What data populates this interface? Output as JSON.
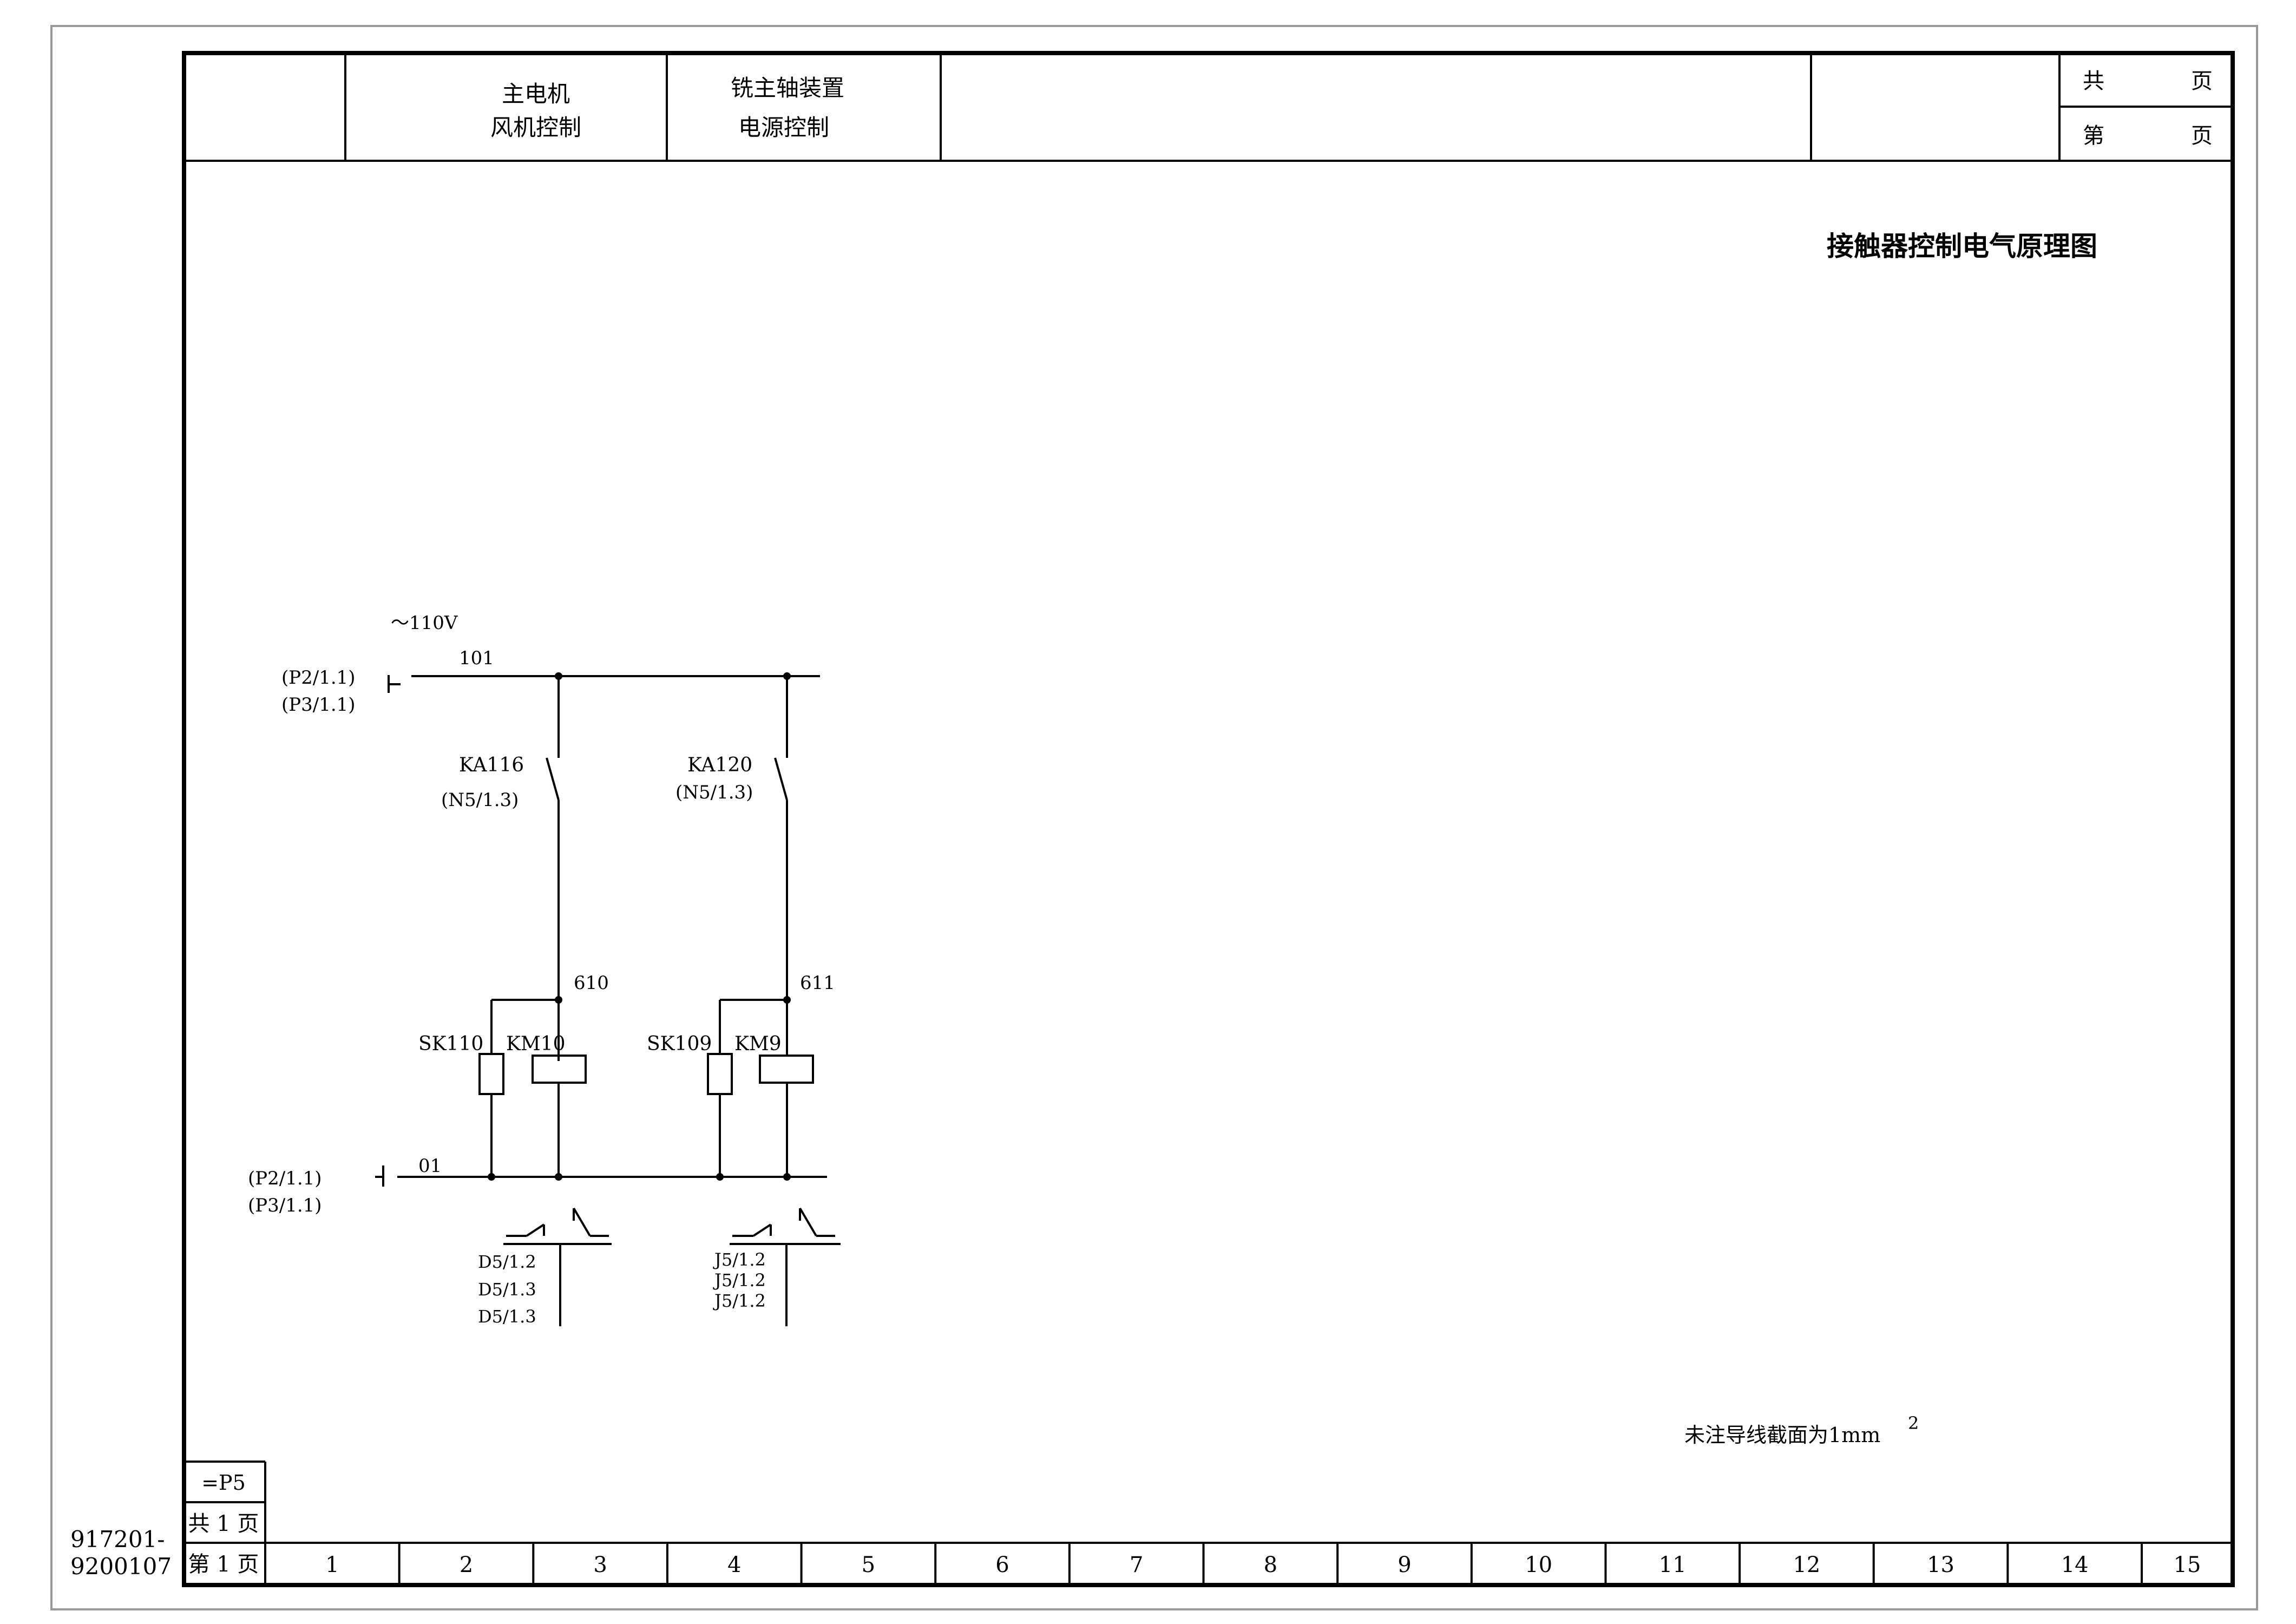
{
  "header": {
    "cell_1_line1": "主电机",
    "cell_1_line2": "风机控制",
    "cell_2_line1": "铣主轴装置",
    "cell_2_line2": "电源控制",
    "total_pages_label": "共",
    "total_pages_unit": "页",
    "page_label": "第",
    "page_unit": "页"
  },
  "drawing_title": "接触器控制电气原理图",
  "supply": {
    "voltage": "～110V",
    "top_wire": "101",
    "bottom_wire": "01",
    "top_refs": [
      "(P2/1.1)",
      "(P3/1.1)"
    ],
    "bottom_refs": [
      "(P2/1.1)",
      "(P3/1.1)"
    ]
  },
  "circuits": [
    {
      "contact": "KA116",
      "contact_ref": "(N5/1.3)",
      "node": "610",
      "switch": "SK110",
      "coil": "KM10",
      "xrefs": [
        "D5/1.2",
        "D5/1.3",
        "D5/1.3"
      ]
    },
    {
      "contact": "KA120",
      "contact_ref": "(N5/1.3)",
      "node": "611",
      "switch": "SK109",
      "coil": "KM9",
      "xrefs": [
        "J5/1.2",
        "J5/1.2",
        "J5/1.2"
      ]
    }
  ],
  "note_text": "未注导线截面为1mm",
  "note_superscript": "2",
  "side_block": {
    "sheet_code": "=P5",
    "total_pages": "共 1 页",
    "this_page": "第 1 页"
  },
  "drawing_number": [
    "917201-",
    "9200107"
  ],
  "columns": [
    "1",
    "2",
    "3",
    "4",
    "5",
    "6",
    "7",
    "8",
    "9",
    "10",
    "11",
    "12",
    "13",
    "14",
    "15"
  ]
}
